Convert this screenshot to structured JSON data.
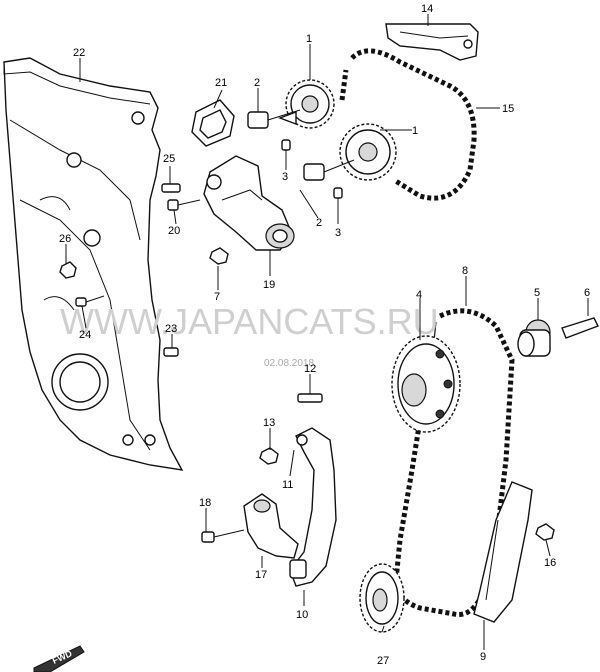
{
  "watermark": "WWW.JAPANCATS.RU",
  "date_stamp": "02.08.2018",
  "fwd_label": "FWD",
  "callouts": [
    "1",
    "1",
    "2",
    "2",
    "3",
    "3",
    "4",
    "5",
    "6",
    "7",
    "8",
    "9",
    "10",
    "11",
    "12",
    "13",
    "14",
    "15",
    "16",
    "17",
    "18",
    "19",
    "20",
    "21",
    "22",
    "23",
    "24",
    "25",
    "26",
    "27"
  ]
}
